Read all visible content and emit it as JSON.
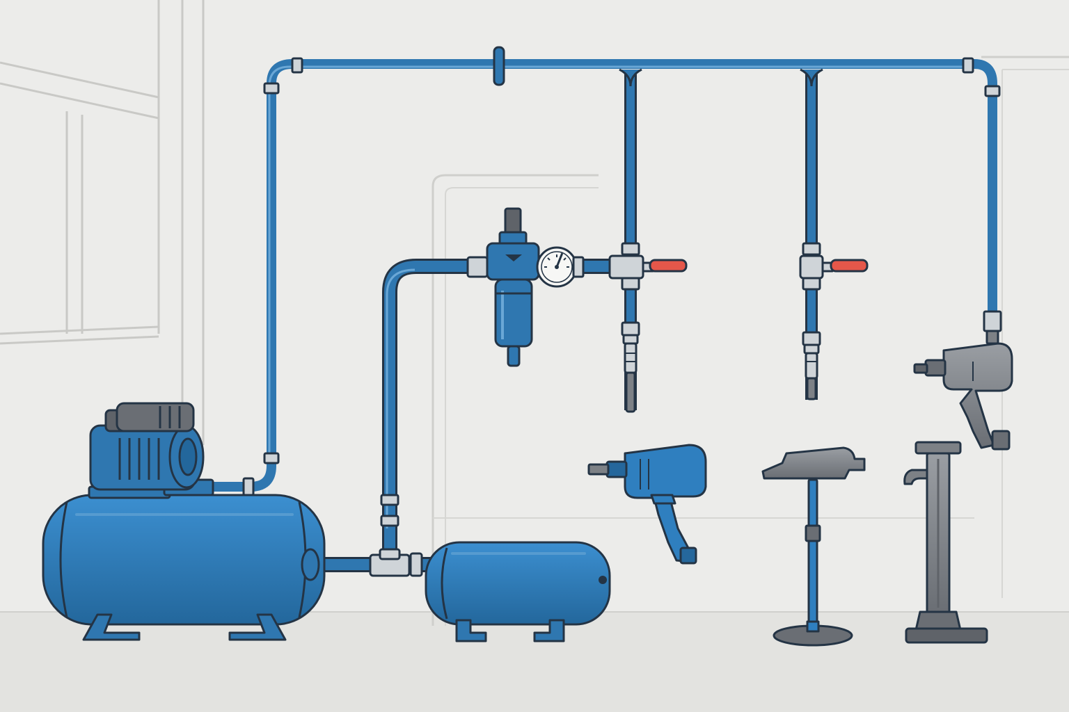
{
  "palette": {
    "background": "#ececea",
    "floor": "#e3e3e0",
    "wall_lines": "#c9c9c6",
    "pipe_blue": "#2f77b0",
    "pipe_highlight": "#6aa7d6",
    "tank_blue": "#2f7fbf",
    "tank_dark": "#25679c",
    "fitting_silver": "#cfd4d8",
    "tool_gray": "#7d8186",
    "tool_dark": "#5f6369",
    "valve_handle_red": "#e5574a",
    "outline": "#243445"
  },
  "components": {
    "main_tank": {
      "icon": "horizontal-air-receiver-tank"
    },
    "motor": {
      "icon": "electric-motor"
    },
    "secondary_tank": {
      "icon": "small-receiver-tank"
    },
    "filter_regulator": {
      "icon": "filter-regulator-unit"
    },
    "pressure_gauge": {
      "icon": "pressure-gauge",
      "needle_fraction": 0.62
    },
    "ball_valves": [
      {
        "icon": "ball-valve-red-handle"
      },
      {
        "icon": "ball-valve-red-handle"
      }
    ],
    "quick_couplers": [
      {
        "icon": "quick-coupler"
      },
      {
        "icon": "quick-coupler"
      }
    ],
    "tools": [
      {
        "icon": "impact-wrench-blue"
      },
      {
        "icon": "blow-gun-on-stand"
      },
      {
        "icon": "air-jack"
      },
      {
        "icon": "impact-wrench-gray"
      }
    ]
  }
}
